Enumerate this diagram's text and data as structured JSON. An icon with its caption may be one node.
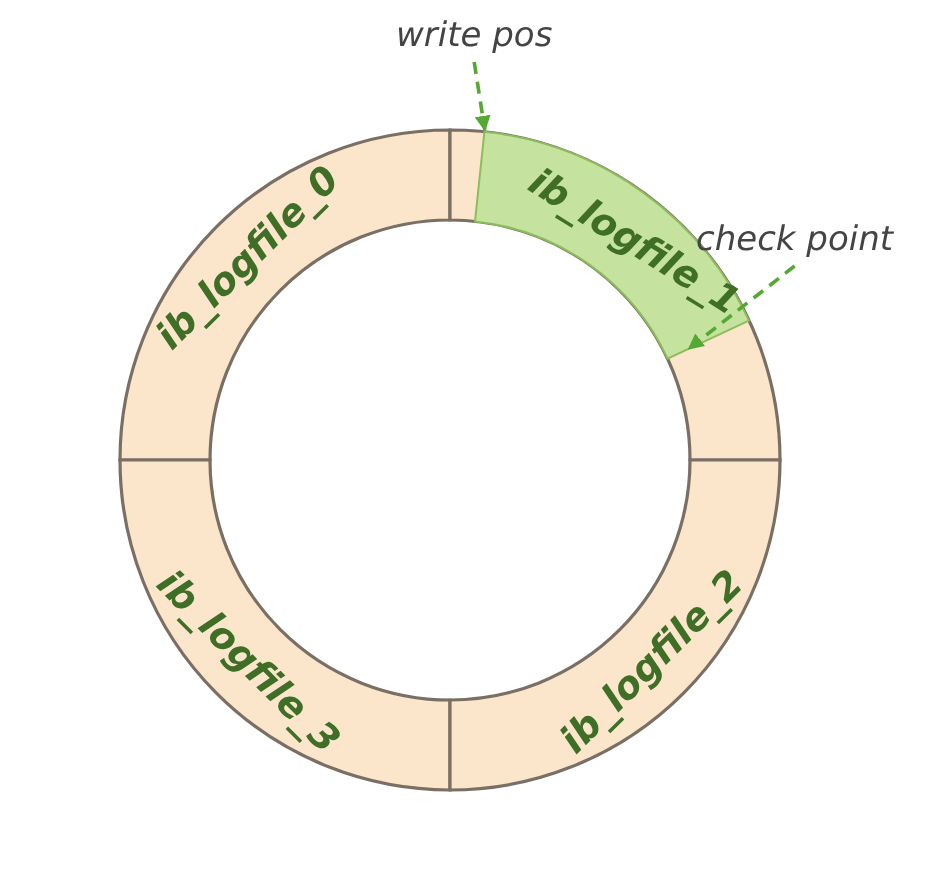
{
  "diagram": {
    "nodes": [
      {
        "text": [
          "write pos"
        ]
      },
      {
        "text": [
          "ib_logfile_0"
        ]
      },
      {
        "text": [
          "ib_logfile_1"
        ]
      },
      {
        "text": [
          "check point"
        ]
      },
      {
        "text": [
          "ib_logfile_3"
        ]
      },
      {
        "text": [
          "ib_logfile_2"
        ]
      }
    ],
    "edges": [
      {
        "from": 0,
        "to": 2,
        "arrow": "to",
        "style": "dashed",
        "color": "#55a832"
      },
      {
        "from": 3,
        "to": 2,
        "arrow": "to",
        "style": "dashed",
        "color": "#55a832"
      }
    ]
  }
}
